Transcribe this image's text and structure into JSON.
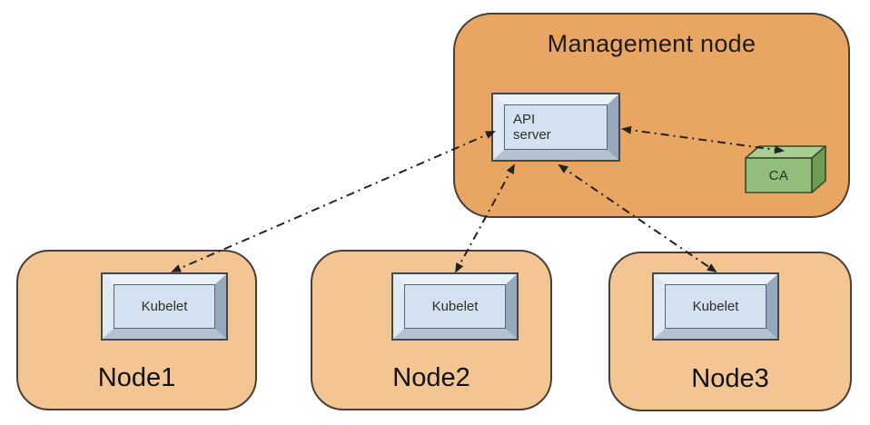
{
  "diagram_type": "architecture-diagram",
  "management_node": {
    "label": "Management node",
    "components": {
      "api_server": "API server",
      "ca": "CA"
    }
  },
  "worker_nodes": [
    {
      "label": "Node1",
      "component": "Kubelet"
    },
    {
      "label": "Node2",
      "component": "Kubelet"
    },
    {
      "label": "Node3",
      "component": "Kubelet"
    }
  ],
  "connections": [
    {
      "from": "API server",
      "to": "Kubelet (Node1)",
      "line_style": "dash-dot",
      "bidirectional": true
    },
    {
      "from": "API server",
      "to": "Kubelet (Node2)",
      "line_style": "dash-dot",
      "bidirectional": true
    },
    {
      "from": "API server",
      "to": "Kubelet (Node3)",
      "line_style": "dash-dot",
      "bidirectional": true
    },
    {
      "from": "API server",
      "to": "CA",
      "line_style": "dash-dot",
      "bidirectional": true
    }
  ],
  "colors": {
    "management_node_fill": "#e9a663",
    "worker_node_fill": "#f2c592",
    "shape_border": "#473f38",
    "component_face": "#d3e1f0",
    "ca_front": "#92bd7b",
    "ca_top": "#a9cd92",
    "ca_side": "#6e9c55",
    "arrow_color": "#222222"
  }
}
